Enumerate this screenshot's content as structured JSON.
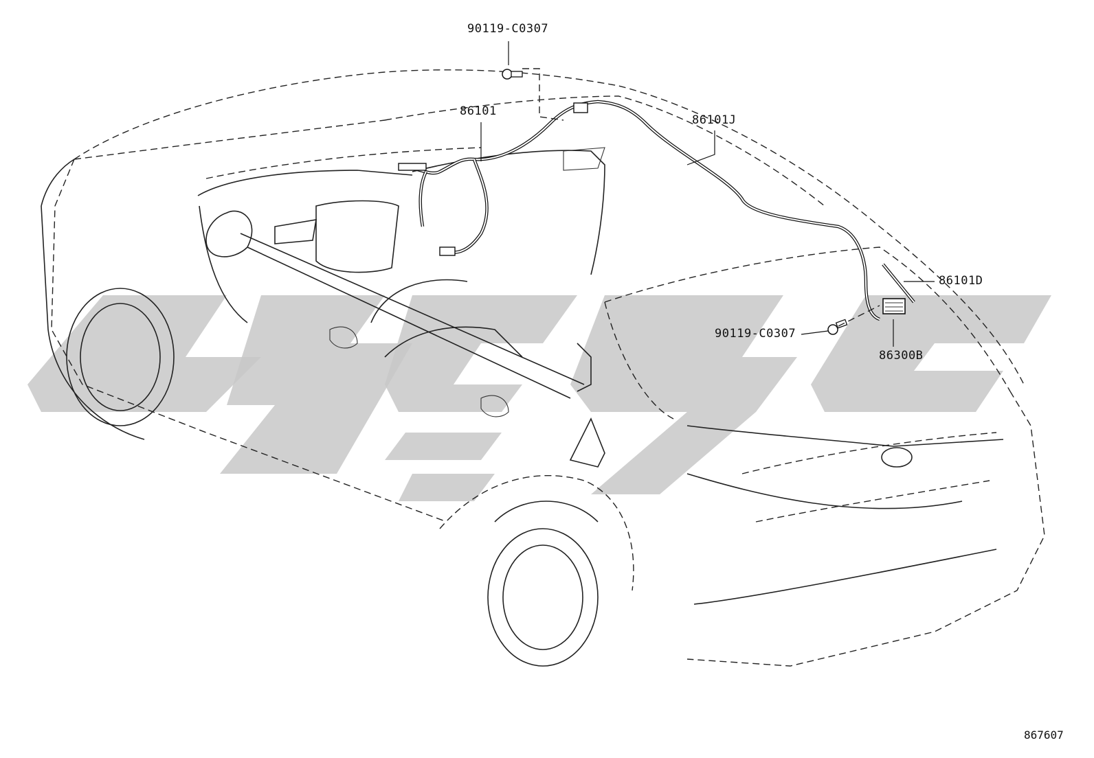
{
  "diagram": {
    "part_labels": {
      "bolt_top": "90119-C0307",
      "cable_main": "86101",
      "cable_roof": "86101J",
      "cable_rear": "86101D",
      "bolt_rear": "90119-C0307",
      "antenna": "86300B"
    },
    "figure_id": "867607"
  },
  "colors": {
    "line": "#222222",
    "watermark": "#c8c8c8",
    "background": "#ffffff"
  }
}
